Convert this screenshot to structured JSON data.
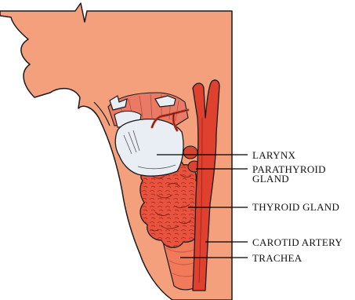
{
  "labels": {
    "larynx": "LARYNX",
    "parathyroid_line1": "PARATHYROID",
    "parathyroid_line2": "GLAND",
    "thyroid": "THYROID GLAND",
    "carotid": "CAROTID ARTERY",
    "trachea": "TRACHEA"
  },
  "colors": {
    "skin": "#f5a07c",
    "gland": "#e8533f",
    "gland_dark": "#a8281c",
    "artery": "#e0402e",
    "cartilage": "#e8eef3",
    "muscle": "#e87a66",
    "trachea": "#f07a5a",
    "outline": "#1a1a1a"
  }
}
